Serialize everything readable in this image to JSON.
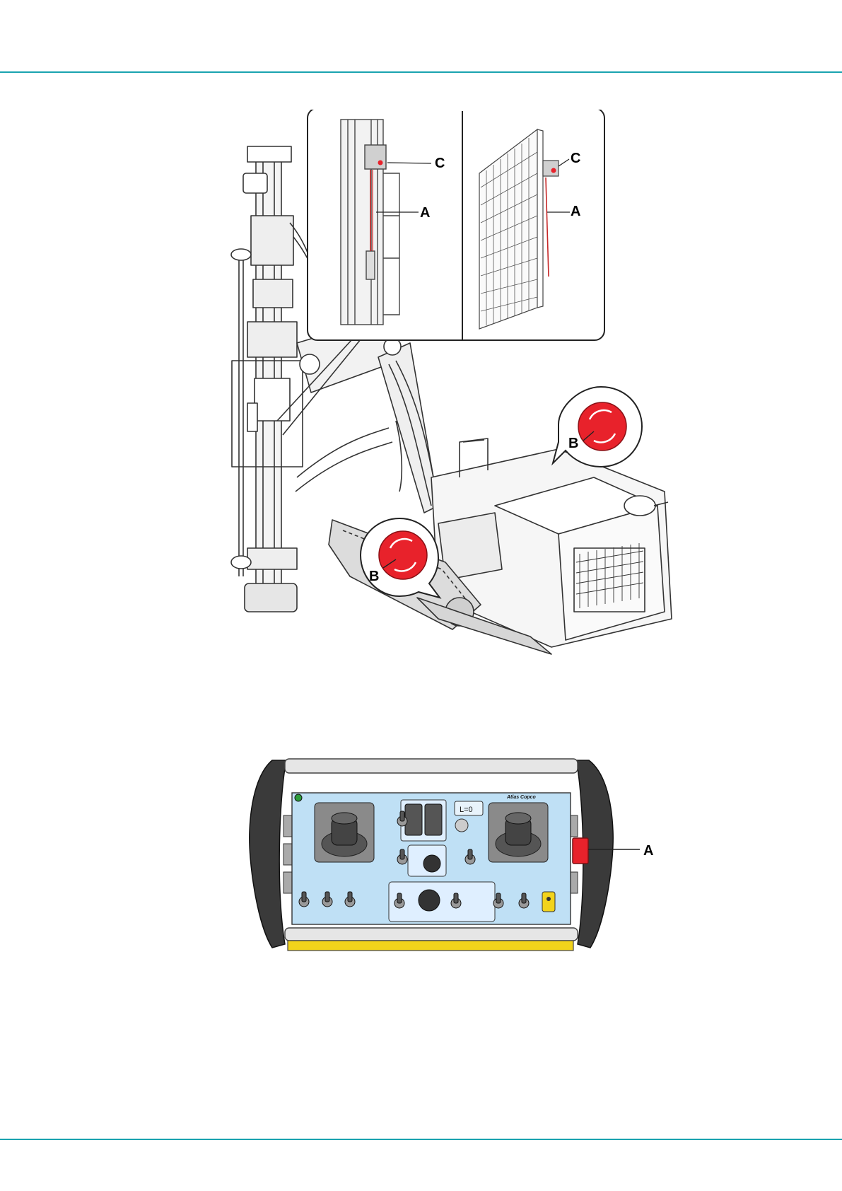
{
  "colors": {
    "rule": "#1aa3b0",
    "stop_red": "#e8222b",
    "panel_blue": "#bfe0f5",
    "handle_dark": "#3a3a3a",
    "yellow": "#f2d31b"
  },
  "figure1": {
    "callouts": {
      "c_left": "C",
      "a_left": "A",
      "c_right": "C",
      "a_right": "A",
      "b_upper": "B",
      "b_lower": "B"
    }
  },
  "figure2": {
    "brand": "Atlas Copco",
    "display_text": "L=0",
    "callout_a": "A"
  }
}
